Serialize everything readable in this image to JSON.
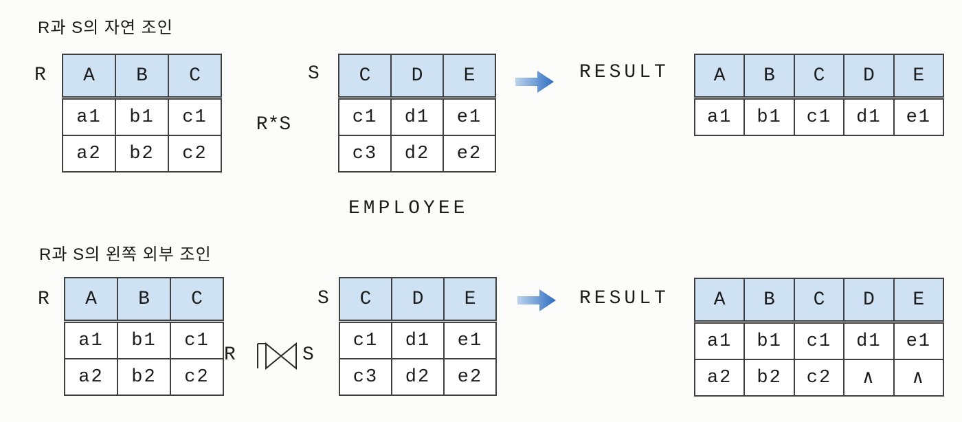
{
  "colors": {
    "header_bg": "#cfe2f3",
    "table_border": "#3f3f3f",
    "arrow_light": "#bcd4ed",
    "arrow_dark": "#2d6dc1",
    "text": "#1c1c1c"
  },
  "natural_join": {
    "title": "R과 S의 자연 조인",
    "operator_label": "R*S",
    "r_label": "R",
    "s_label": "S",
    "result_label": "RESULT",
    "r_table": {
      "headers": [
        "A",
        "B",
        "C"
      ],
      "rows": [
        [
          "a1",
          "b1",
          "c1"
        ],
        [
          "a2",
          "b2",
          "c2"
        ]
      ]
    },
    "s_table": {
      "headers": [
        "C",
        "D",
        "E"
      ],
      "rows": [
        [
          "c1",
          "d1",
          "e1"
        ],
        [
          "c3",
          "d2",
          "e2"
        ]
      ]
    },
    "result_table": {
      "headers": [
        "A",
        "B",
        "C",
        "D",
        "E"
      ],
      "rows": [
        [
          "a1",
          "b1",
          "c1",
          "d1",
          "e1"
        ]
      ]
    }
  },
  "employee_label": "EMPLOYEE",
  "left_outer_join": {
    "title": "R과 S의 왼쪽 외부 조인",
    "operator_left": "R",
    "operator_right": "S",
    "join_symbol_name": "left-outer-join-bowtie",
    "null_symbol": "∧",
    "r_label": "R",
    "s_label": "S",
    "result_label": "RESULT",
    "r_table": {
      "headers": [
        "A",
        "B",
        "C"
      ],
      "rows": [
        [
          "a1",
          "b1",
          "c1"
        ],
        [
          "a2",
          "b2",
          "c2"
        ]
      ]
    },
    "s_table": {
      "headers": [
        "C",
        "D",
        "E"
      ],
      "rows": [
        [
          "c1",
          "d1",
          "e1"
        ],
        [
          "c3",
          "d2",
          "e2"
        ]
      ]
    },
    "result_table": {
      "headers": [
        "A",
        "B",
        "C",
        "D",
        "E"
      ],
      "rows": [
        [
          "a1",
          "b1",
          "c1",
          "d1",
          "e1"
        ],
        [
          "a2",
          "b2",
          "c2",
          "∧",
          "∧"
        ]
      ]
    }
  }
}
